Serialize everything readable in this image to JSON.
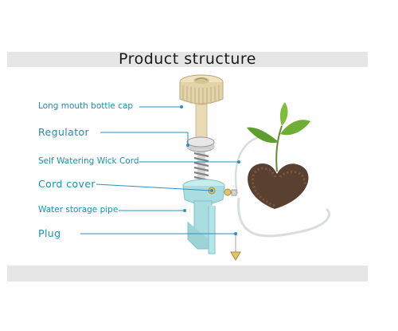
{
  "title": "Product structure",
  "labels": [
    {
      "text": "Long mouth bottle cap"
    },
    {
      "text": "Regulator"
    },
    {
      "text": "Self Watering Wick Cord"
    },
    {
      "text": "Cord cover"
    },
    {
      "text": "Water storage pipe"
    },
    {
      "text": "Plug"
    }
  ],
  "colors": {
    "label_text": "#1790b8",
    "leader_line": "#2a8fc0",
    "cap": "#e3d3a8",
    "pipe": "#a9dde0",
    "spring": "#8a8a8a",
    "leaf": "#5f9e2c",
    "soil": "#5a4030",
    "band": "#e6e6e6"
  }
}
